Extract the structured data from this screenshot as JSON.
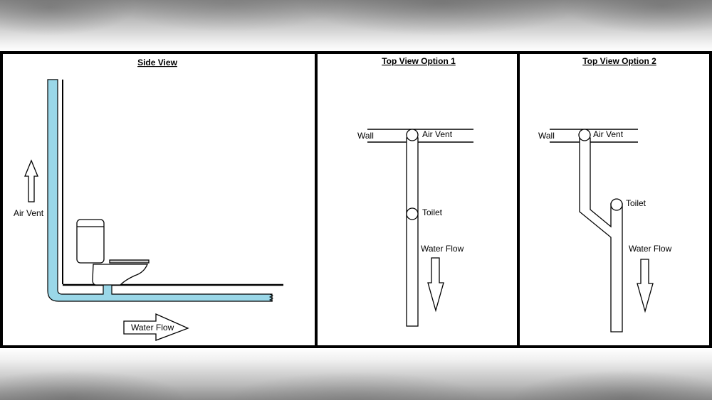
{
  "panels": {
    "side_view": {
      "title": "Side View",
      "air_vent_label": "Air Vent",
      "water_flow_label": "Water Flow",
      "pipe_color": "#9ad7e8"
    },
    "top_view_1": {
      "title": "Top View Option 1",
      "wall_label": "Wall",
      "air_vent_label": "Air Vent",
      "toilet_label": "Toilet",
      "water_flow_label": "Water Flow"
    },
    "top_view_2": {
      "title": "Top View Option 2",
      "wall_label": "Wall",
      "air_vent_label": "Air Vent",
      "toilet_label": "Toilet",
      "water_flow_label": "Water Flow"
    }
  }
}
